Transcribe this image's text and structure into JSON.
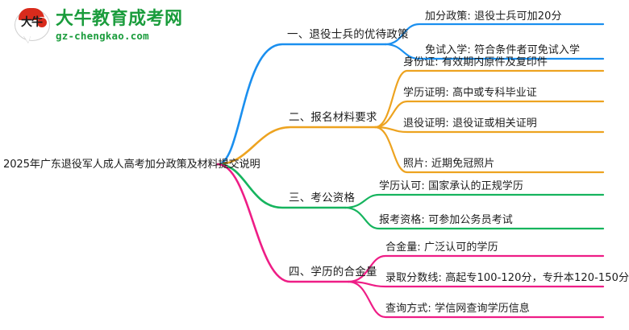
{
  "logo": {
    "mark_text": "大牛",
    "title": "大牛教育成考网",
    "subtitle": "gz-chengkao.com",
    "brand_green": "#1a9c3c",
    "brand_red": "#d92b1c"
  },
  "mindmap": {
    "root": {
      "label": "2025年广东退役军人成人高考加分政策及材料提交说明"
    },
    "branches": [
      {
        "label": "一、退役士兵的优待政策",
        "color": "#1a8fef",
        "children": [
          {
            "label": "加分政策: 退役士兵可加20分"
          },
          {
            "label": "免试入学: 符合条件者可免试入学"
          }
        ]
      },
      {
        "label": "二、报名材料要求",
        "color": "#eda320",
        "children": [
          {
            "label": "身份证: 有效期内原件及复印件"
          },
          {
            "label": "学历证明: 高中或专科毕业证"
          },
          {
            "label": "退役证明: 退役证或相关证明"
          },
          {
            "label": "照片: 近期免冠照片"
          }
        ]
      },
      {
        "label": "三、考公资格",
        "color": "#16b45e",
        "children": [
          {
            "label": "学历认可: 国家承认的正规学历"
          },
          {
            "label": "报考资格: 可参加公务员考试"
          }
        ]
      },
      {
        "label": "四、学历的合金量",
        "color": "#ee1d86",
        "children": [
          {
            "label": "合金量: 广泛认可的学历"
          },
          {
            "label": "录取分数线: 高起专100-120分，专升本120-150分"
          },
          {
            "label": "查询方式: 学信网查询学历信息"
          }
        ]
      }
    ]
  }
}
